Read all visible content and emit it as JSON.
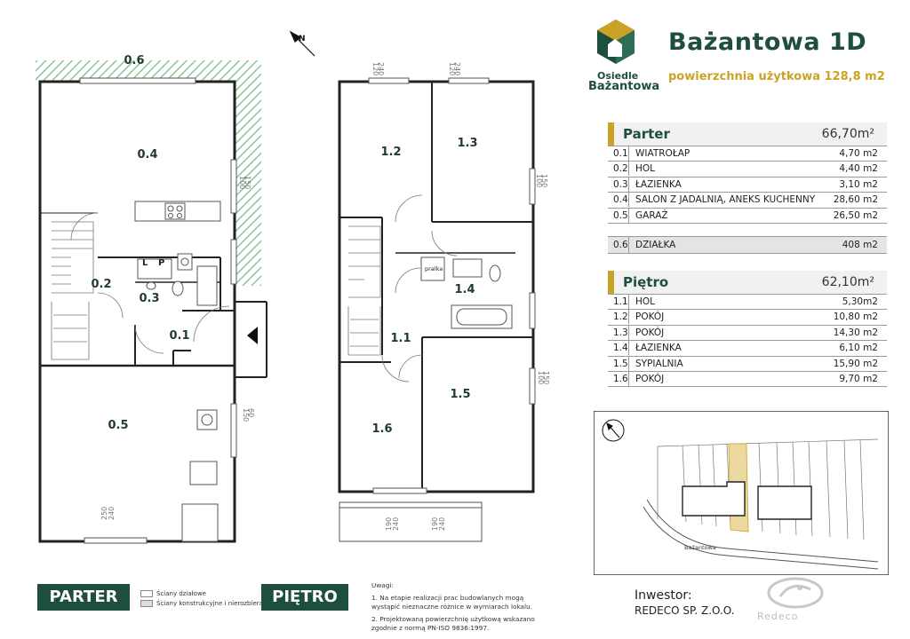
{
  "header": {
    "title": "Bażantowa 1D",
    "subtitle": "powierzchnia użytkowa 128,8 m2",
    "logo": {
      "line1": "Osiedle",
      "line2": "Bażantowa",
      "icon": "house-cube-logo"
    }
  },
  "plans": {
    "parter_rooms": [
      "0.1",
      "0.2",
      "0.3",
      "0.4",
      "0.5",
      "0.6"
    ],
    "pietro_rooms": [
      "1.1",
      "1.2",
      "1.3",
      "1.4",
      "1.5",
      "1.6"
    ],
    "kitchen_letters": {
      "l": "L",
      "p": "P"
    },
    "laundry_label": "pralka",
    "compass_icon": "north-arrow-icon",
    "dims": [
      "100",
      "150",
      "150",
      "60",
      "120",
      "240",
      "190",
      "240",
      "250",
      "240"
    ]
  },
  "parter": {
    "name": "Parter",
    "area": "66,70m²",
    "rows": [
      {
        "no": "0.1",
        "name": "WIATROŁAP",
        "area": "4,70 m2"
      },
      {
        "no": "0.2",
        "name": "HOL",
        "area": "4,40 m2"
      },
      {
        "no": "0.3",
        "name": "ŁAZIENKA",
        "area": "3,10 m2"
      },
      {
        "no": "0.4",
        "name": "SALON Z JADALNIĄ, ANEKS KUCHENNY",
        "area": "28,60 m2"
      },
      {
        "no": "0.5",
        "name": "GARAŻ",
        "area": "26,50 m2"
      }
    ],
    "plot": {
      "no": "0.6",
      "name": "DZIAŁKA",
      "area": "408 m2"
    }
  },
  "pietro": {
    "name": "Piętro",
    "area": "62,10m²",
    "rows": [
      {
        "no": "1.1",
        "name": "HOL",
        "area": "5,30m2"
      },
      {
        "no": "1.2",
        "name": "POKÓJ",
        "area": "10,80 m2"
      },
      {
        "no": "1.3",
        "name": "POKÓJ",
        "area": "14,30 m2"
      },
      {
        "no": "1.4",
        "name": "ŁAZIENKA",
        "area": "6,10 m2"
      },
      {
        "no": "1.5",
        "name": "SYPIALNIA",
        "area": "15,90 m2"
      },
      {
        "no": "1.6",
        "name": "POKÓJ",
        "area": "9,70 m2"
      }
    ]
  },
  "sitemap": {
    "street": "Bażantowa"
  },
  "footer": {
    "parter_label": "PARTER",
    "pietro_label": "PIĘTRO",
    "legend": [
      "Ściany działowe",
      "Ściany konstrukcyjne i nierozbieralne"
    ],
    "notes_title": "Uwagi:",
    "note1": "1. Na etapie realizacji prac budowlanych mogą wystąpić nieznaczne różnice w wymiarach lokalu.",
    "note2": "2. Projektowaną powierzchnię użytkową wskazano zgodnie z normą PN-ISO 9836:1997.",
    "investor_label": "Inwestor:",
    "investor_name": "REDECO SP. Z.O.O.",
    "redeco_logo": "Redeco"
  },
  "colors": {
    "brand_green": "#1e4e3d",
    "accent_gold": "#c9a325",
    "hatch_green": "#8fc49a",
    "plot_highlight": "#ecd9a0"
  }
}
